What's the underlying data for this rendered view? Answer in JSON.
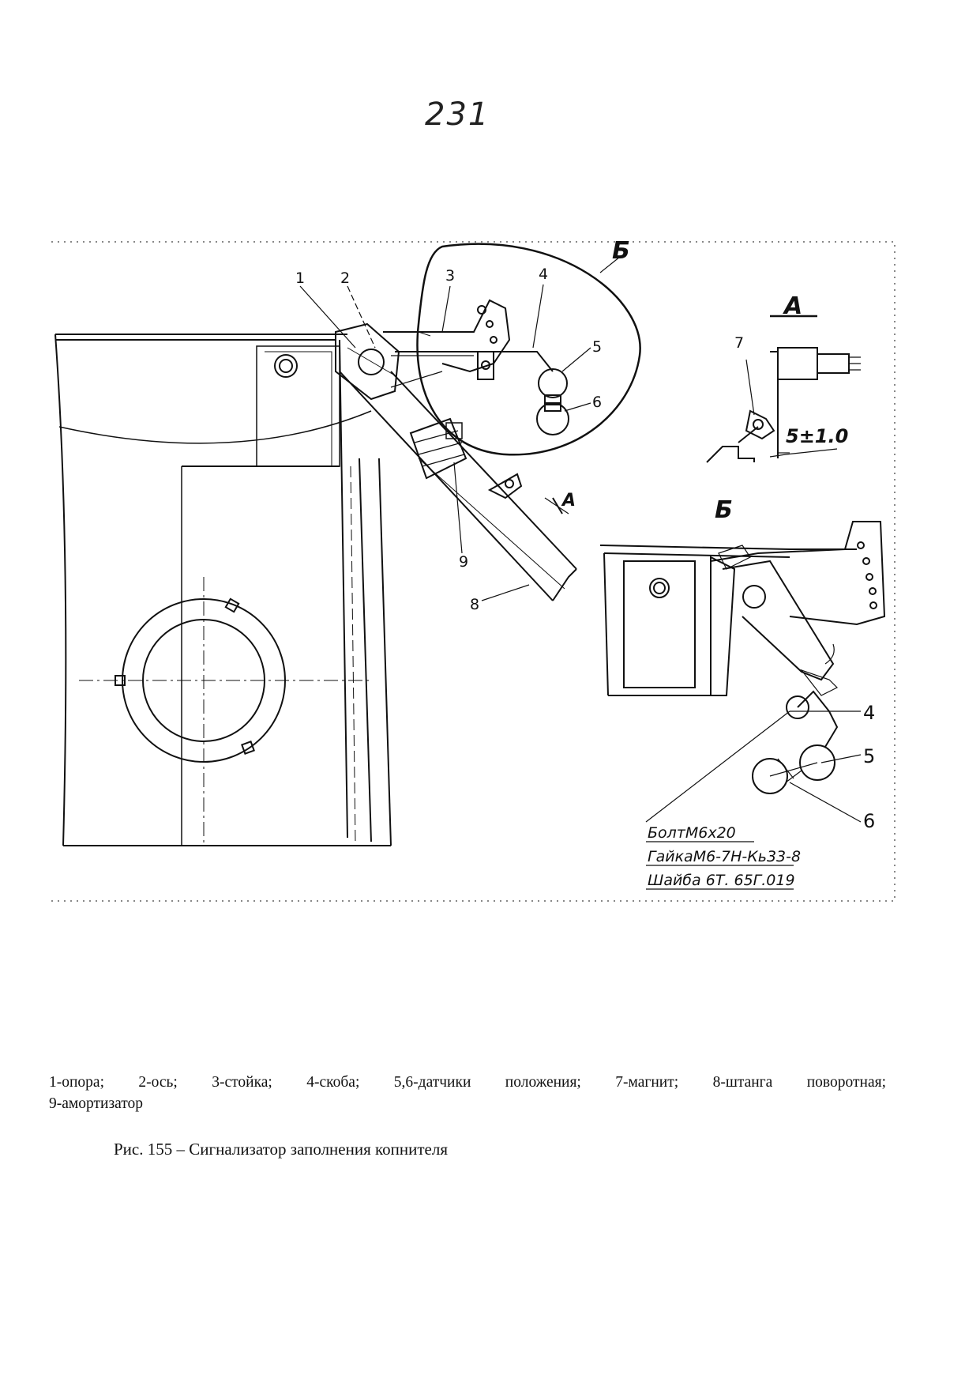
{
  "page_number": "231",
  "drawing": {
    "view_labels": {
      "detail_b": "Б",
      "section_a": "А",
      "section_a_arrow": "А",
      "detail_b_view": "Б"
    },
    "callouts": [
      "1",
      "2",
      "3",
      "4",
      "5",
      "6",
      "8",
      "9"
    ],
    "section_a": {
      "callout": "7",
      "dimension": "5±1.0"
    },
    "detail_b": {
      "callouts": [
        "4",
        "5",
        "6"
      ],
      "notes": [
        "БолтМ6х20",
        "ГайкаМ6-7Н-Кь33-8",
        "Шайба 6Т. 65Г.019"
      ]
    }
  },
  "legend": {
    "line1": "1-опора; 2-ось; 3-стойка; 4-скоба; 5,6-датчики положения; 7-магнит; 8-штанга поворотная;",
    "line2": "9-амортизатор"
  },
  "caption": "Рис. 155 – Сигнализатор заполнения копнителя"
}
